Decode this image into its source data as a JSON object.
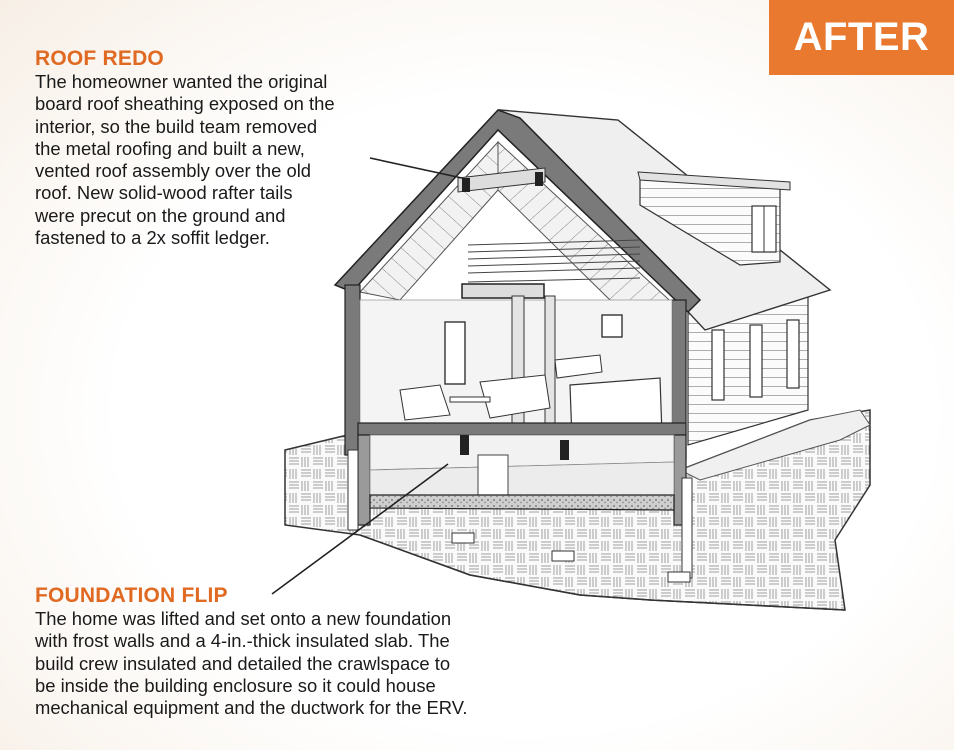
{
  "badge": {
    "label": "AFTER",
    "color": "#e8792e"
  },
  "callouts": {
    "roof": {
      "heading": "ROOF REDO",
      "body": "The homeowner wanted the original\nboard roof sheathing exposed on the\ninterior, so the build team removed\nthe metal roofing and built a new,\nvented roof assembly over the old\nroof. New solid-wood rafter tails\nwere precut on the ground and\nfastened to a 2x soffit ledger."
    },
    "foundation": {
      "heading": "FOUNDATION FLIP",
      "body": "The home was lifted and set onto a new foundation\nwith frost walls and a 4-in.-thick insulated slab. The\nbuild crew insulated and detailed the crawlspace to\nbe inside the building enclosure so it could house\nmechanical equipment and the ductwork for the ERV."
    }
  },
  "colors": {
    "accent": "#e06a22",
    "text": "#1a1a1a",
    "line": "#222222"
  }
}
